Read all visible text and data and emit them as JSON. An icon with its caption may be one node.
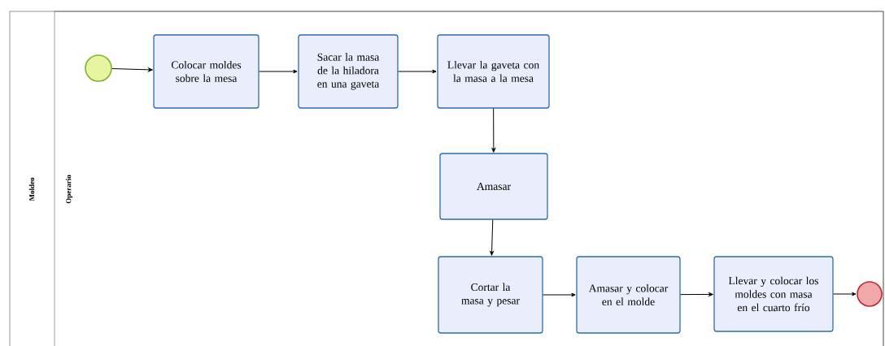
{
  "diagram": {
    "nodes": [
      {
        "text": [
          "Moldeo"
        ]
      },
      {
        "text": [
          "Operario"
        ],
        "in": 0
      },
      {
        "text": [],
        "shape": "circle",
        "in": 1
      },
      {
        "text": [
          "Colocar moldes sobre la mesa"
        ],
        "in": 1
      },
      {
        "text": [
          "Sacar la masa de la hiladora en una gaveta"
        ],
        "in": 1
      },
      {
        "text": [
          "Llevar la gaveta con la masa a la mesa"
        ],
        "in": 1
      },
      {
        "text": [
          "Amasar"
        ],
        "in": 1
      },
      {
        "text": [
          "Cortar la masa y pesar"
        ],
        "in": 1
      },
      {
        "text": [
          "Amasar y colocar en el molde"
        ],
        "in": 1
      },
      {
        "text": [
          "Llevar y colocar los moldes con masa en el cuarto frío"
        ],
        "in": 1
      },
      {
        "text": [],
        "shape": "circle",
        "in": 1
      }
    ],
    "edges": [
      {
        "from": 2,
        "to": 3,
        "arrow": "to"
      },
      {
        "from": 3,
        "to": 4,
        "arrow": "to"
      },
      {
        "from": 4,
        "to": 5,
        "arrow": "to"
      },
      {
        "from": 5,
        "to": 6,
        "arrow": "to"
      },
      {
        "from": 6,
        "to": 7,
        "arrow": "to"
      },
      {
        "from": 7,
        "to": 8,
        "arrow": "to"
      },
      {
        "from": 8,
        "to": 9,
        "arrow": "to"
      },
      {
        "from": 9,
        "to": 10,
        "arrow": "to"
      }
    ]
  }
}
